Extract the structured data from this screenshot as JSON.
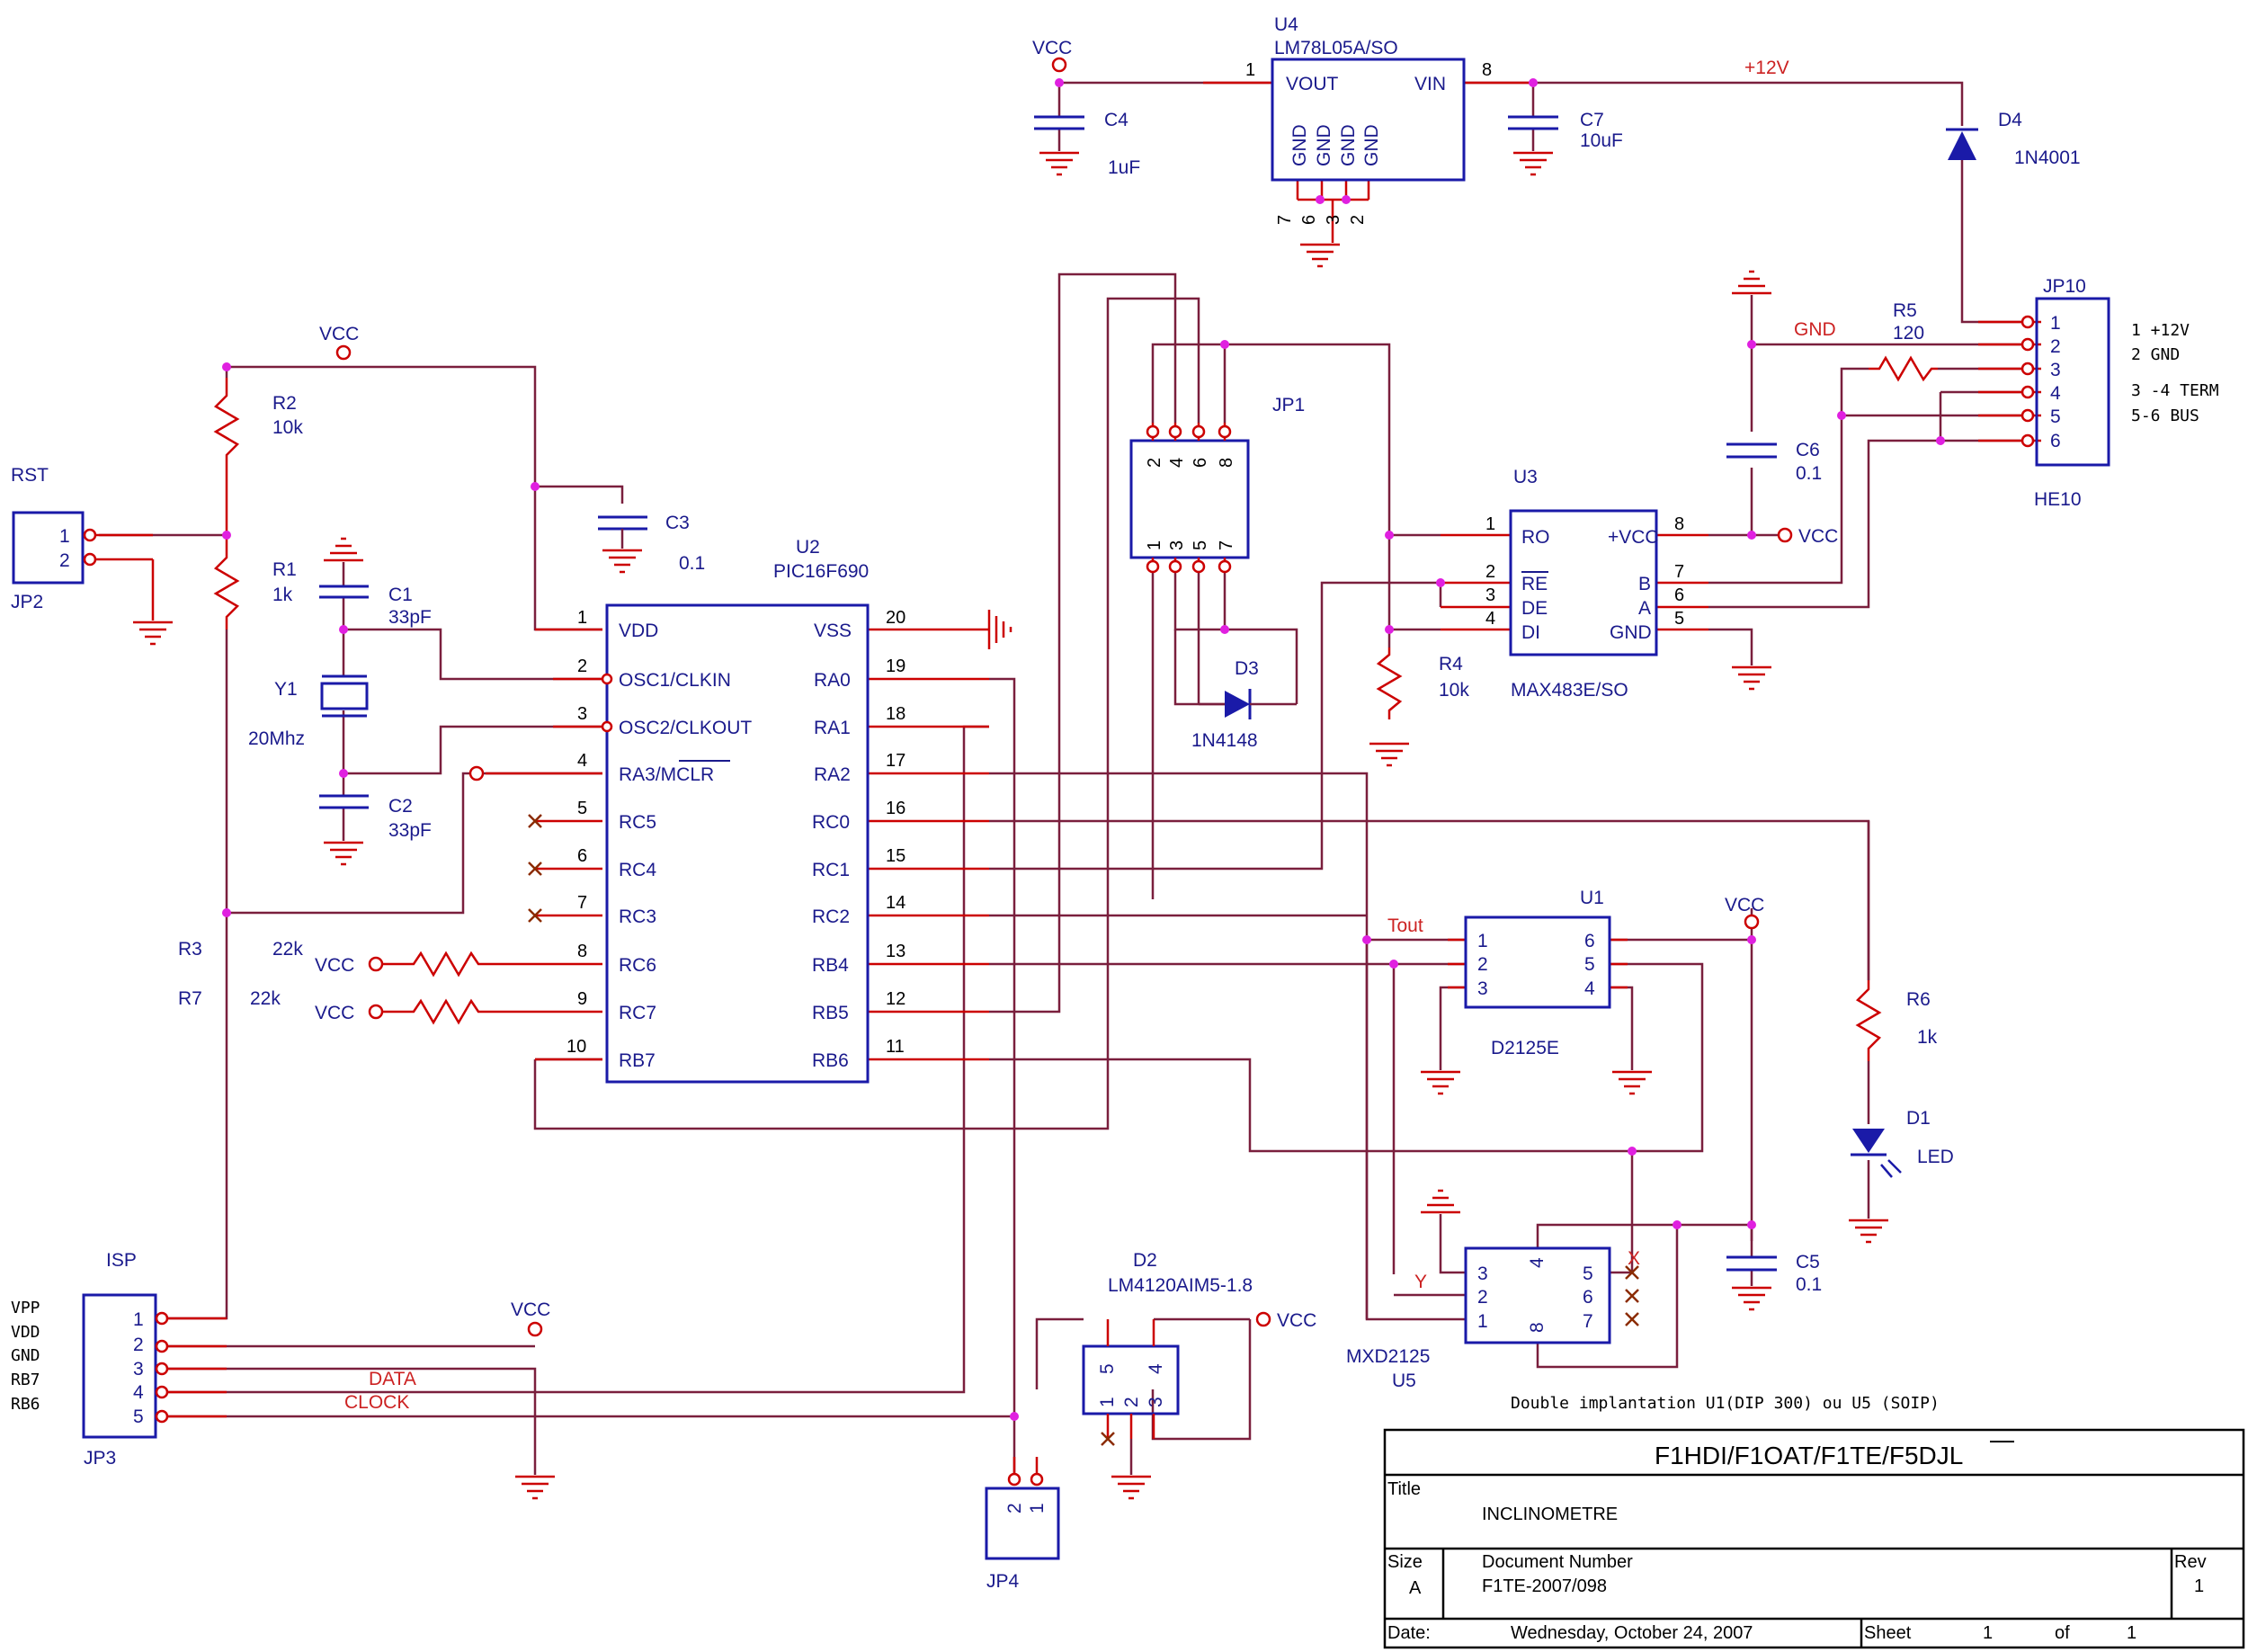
{
  "net_labels": {
    "vcc": "VCC",
    "plus12v": "+12V",
    "gnd": "GND",
    "data": "DATA",
    "clock": "CLOCK",
    "tout": "Tout",
    "x": "X",
    "y": "Y"
  },
  "u4": {
    "ref": "U4",
    "part": "LM78L05A/SO",
    "vout": "VOUT",
    "vin": "VIN",
    "gnd": "GND",
    "pin1": "1",
    "pin8": "8",
    "pin7": "7",
    "pin6": "6",
    "pin3": "3",
    "pin2": "2"
  },
  "caps": {
    "c4": {
      "ref": "C4",
      "value": "1uF"
    },
    "c7": {
      "ref": "C7",
      "value": "10uF"
    },
    "c3": {
      "ref": "C3",
      "value": "0.1"
    },
    "c1": {
      "ref": "C1",
      "value": "33pF"
    },
    "c2": {
      "ref": "C2",
      "value": "33pF"
    },
    "c6": {
      "ref": "C6",
      "value": "0.1"
    },
    "c5": {
      "ref": "C5",
      "value": "0.1"
    }
  },
  "resistors": {
    "r2": {
      "ref": "R2",
      "value": "10k"
    },
    "r1": {
      "ref": "R1",
      "value": "1k"
    },
    "r3": {
      "ref": "R3",
      "value": "22k"
    },
    "r7": {
      "ref": "R7",
      "value": "22k"
    },
    "r4": {
      "ref": "R4",
      "value": "10k"
    },
    "r5": {
      "ref": "R5",
      "value": "120"
    },
    "r6": {
      "ref": "R6",
      "value": "1k"
    }
  },
  "diodes": {
    "d4": {
      "ref": "D4",
      "value": "1N4001"
    },
    "d3": {
      "ref": "D3",
      "value": "1N4148"
    },
    "d1": {
      "ref": "D1",
      "value": "LED"
    },
    "d2": {
      "ref": "D2",
      "value": "LM4120AIM5-1.8"
    }
  },
  "y1": {
    "ref": "Y1",
    "value": "20Mhz"
  },
  "jp2": {
    "title": "RST",
    "ref": "JP2",
    "pins": [
      "1",
      "2"
    ]
  },
  "jp1": {
    "ref": "JP1",
    "top_pins": [
      "2",
      "4",
      "6",
      "8"
    ],
    "bottom_pins": [
      "1",
      "3",
      "5",
      "7"
    ]
  },
  "jp4": {
    "ref": "JP4",
    "pins": [
      "2",
      "1"
    ]
  },
  "jp3": {
    "title": "ISP",
    "ref": "JP3",
    "pins": [
      "1",
      "2",
      "3",
      "4",
      "5"
    ],
    "signals": [
      "VPP",
      "VDD",
      "GND",
      "RB7",
      "RB6"
    ]
  },
  "jp10": {
    "ref": "JP10",
    "sub": "HE10",
    "pins": [
      "1",
      "2",
      "3",
      "4",
      "5",
      "6"
    ],
    "notes": [
      "1 +12V",
      "2 GND",
      "3 -4 TERM",
      "5-6 BUS"
    ]
  },
  "u2": {
    "ref": "U2",
    "part": "PIC16F690",
    "left_pins": [
      {
        "num": "1",
        "name": "VDD"
      },
      {
        "num": "2",
        "name": "OSC1/CLKIN"
      },
      {
        "num": "3",
        "name": "OSC2/CLKOUT"
      },
      {
        "num": "4",
        "name": "RA3/MCLR"
      },
      {
        "num": "5",
        "name": "RC5"
      },
      {
        "num": "6",
        "name": "RC4"
      },
      {
        "num": "7",
        "name": "RC3"
      },
      {
        "num": "8",
        "name": "RC6"
      },
      {
        "num": "9",
        "name": "RC7"
      },
      {
        "num": "10",
        "name": "RB7"
      }
    ],
    "right_pins": [
      {
        "num": "20",
        "name": "VSS"
      },
      {
        "num": "19",
        "name": "RA0"
      },
      {
        "num": "18",
        "name": "RA1"
      },
      {
        "num": "17",
        "name": "RA2"
      },
      {
        "num": "16",
        "name": "RC0"
      },
      {
        "num": "15",
        "name": "RC1"
      },
      {
        "num": "14",
        "name": "RC2"
      },
      {
        "num": "13",
        "name": "RB4"
      },
      {
        "num": "12",
        "name": "RB5"
      },
      {
        "num": "11",
        "name": "RB6"
      }
    ]
  },
  "u3": {
    "ref": "U3",
    "part": "MAX483E/SO",
    "left_pins": [
      {
        "num": "1",
        "name": "RO"
      },
      {
        "num": "2",
        "name": "RE"
      },
      {
        "num": "3",
        "name": "DE"
      },
      {
        "num": "4",
        "name": "DI"
      }
    ],
    "right_pins": [
      {
        "num": "8",
        "name": "+VCC"
      },
      {
        "num": "7",
        "name": "B"
      },
      {
        "num": "6",
        "name": "A"
      },
      {
        "num": "5",
        "name": "GND"
      }
    ]
  },
  "u1": {
    "ref": "U1",
    "part": "D2125E",
    "left": [
      "1",
      "2",
      "3"
    ],
    "right": [
      "6",
      "5",
      "4"
    ]
  },
  "u5": {
    "ref": "U5",
    "part": "MXD2125",
    "left": [
      "3",
      "2",
      "1"
    ],
    "right": [
      "5",
      "6",
      "7"
    ],
    "top": "4",
    "bottom": "8"
  },
  "d2_pins": {
    "top": [
      "5",
      "4"
    ],
    "bottom": [
      "1",
      "2",
      "3"
    ]
  },
  "note": "Double implantation U1(DIP 300) ou U5 (SOIP)",
  "title_block": {
    "company": "F1HDI/F1OAT/F1TE/F5DJL",
    "title_label": "Title",
    "title": "INCLINOMETRE",
    "size_label": "Size",
    "size": "A",
    "docnum_label": "Document Number",
    "docnum": "F1TE-2007/098",
    "rev_label": "Rev",
    "rev": "1",
    "date_label": "Date:",
    "date": "Wednesday, October 24, 2007",
    "sheet_label": "Sheet",
    "sheet": "1",
    "of_label": "of",
    "sheet_total": "1"
  }
}
